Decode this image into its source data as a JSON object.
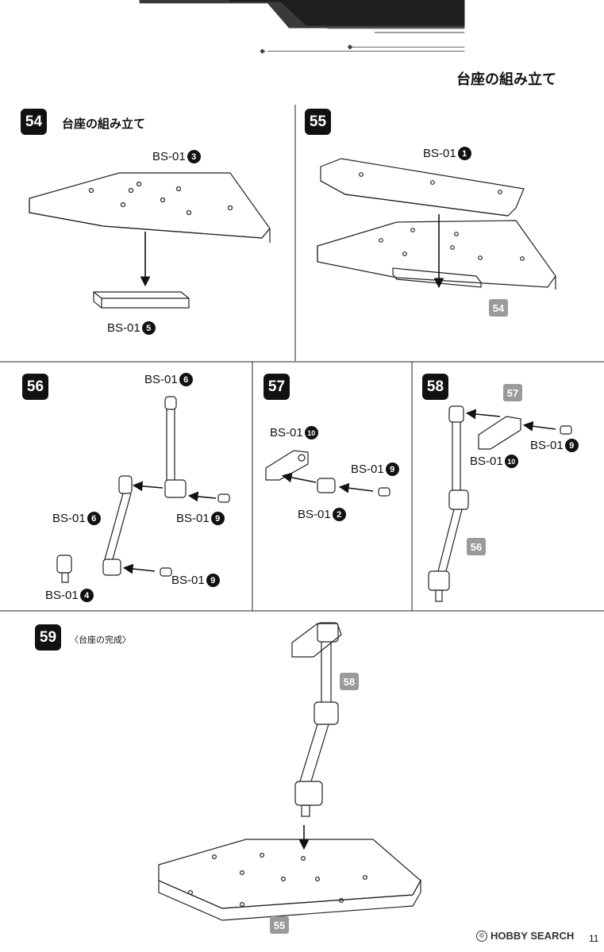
{
  "header": {
    "title": "Steps",
    "section_title": "台座の組み立て"
  },
  "steps": [
    {
      "number": "54",
      "title": "台座の組み立て",
      "parts": [
        {
          "code": "BS-01",
          "num": "3"
        },
        {
          "code": "BS-01",
          "num": "5"
        }
      ]
    },
    {
      "number": "55",
      "parts": [
        {
          "code": "BS-01",
          "num": "1"
        }
      ],
      "refs": [
        "54"
      ]
    },
    {
      "number": "56",
      "parts": [
        {
          "code": "BS-01",
          "num": "6"
        },
        {
          "code": "BS-01",
          "num": "6"
        },
        {
          "code": "BS-01",
          "num": "9"
        },
        {
          "code": "BS-01",
          "num": "9"
        },
        {
          "code": "BS-01",
          "num": "4"
        }
      ]
    },
    {
      "number": "57",
      "parts": [
        {
          "code": "BS-01",
          "num": "10"
        },
        {
          "code": "BS-01",
          "num": "9"
        },
        {
          "code": "BS-01",
          "num": "2"
        }
      ]
    },
    {
      "number": "58",
      "parts": [
        {
          "code": "BS-01",
          "num": "9"
        },
        {
          "code": "BS-01",
          "num": "10"
        }
      ],
      "refs": [
        "57",
        "56"
      ]
    },
    {
      "number": "59",
      "title": "〈台座の完成〉",
      "refs": [
        "58",
        "55"
      ]
    }
  ],
  "footer": {
    "watermark": "HOBBY SEARCH",
    "page_number": "11"
  }
}
